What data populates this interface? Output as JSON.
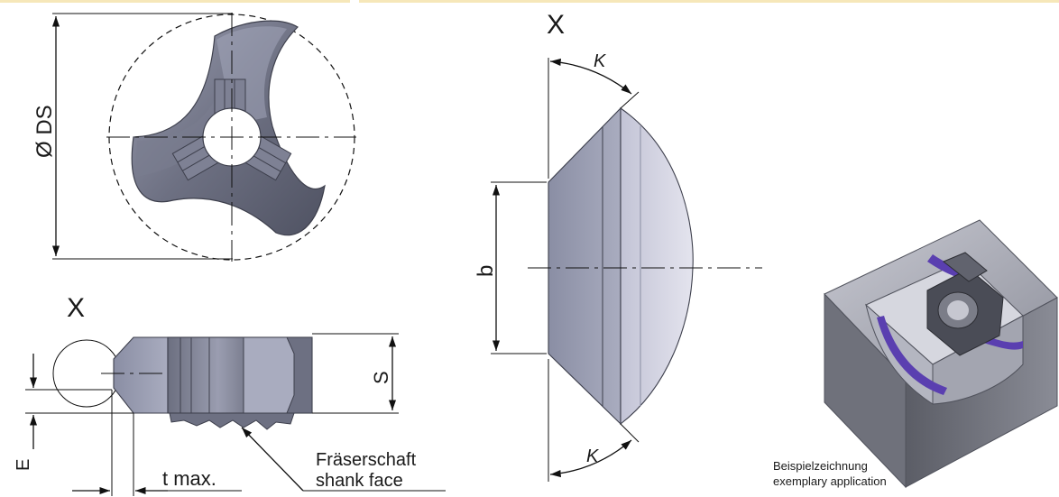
{
  "labels": {
    "diameter": "Ø DS",
    "view_x_top": "X",
    "view_x_bottom": "X",
    "dim_s": "S",
    "dim_e": "E",
    "dim_t": "t max.",
    "shank_de": "Fräserschaft",
    "shank_en": "shank face",
    "dim_b": "b",
    "angle_top": "K",
    "angle_bottom": "K",
    "example_de": "Beispielzeichnung",
    "example_en": "exemplary application"
  },
  "colors": {
    "accent_bar": "#f6e7b9",
    "insert_dark": "#5f6272",
    "insert_mid": "#8b8fa2",
    "insert_light": "#c9cad8",
    "purple": "#5a3fb0",
    "block_grey": "#9a9ba6"
  }
}
